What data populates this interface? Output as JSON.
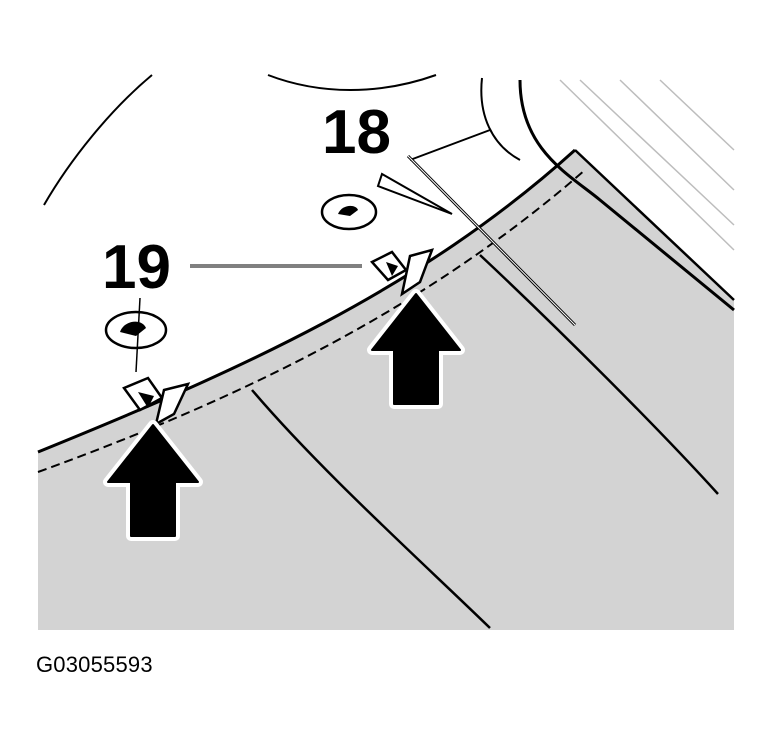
{
  "diagram": {
    "callouts": [
      {
        "id": "18",
        "label": "18"
      },
      {
        "id": "19",
        "label": "19"
      }
    ],
    "figure_id": "G03055593",
    "colors": {
      "panel_fill": "#d3d3d3",
      "line": "#000000",
      "background": "#ffffff"
    },
    "icons": [
      "down-arrow-icon",
      "fastener-clip-icon",
      "rotate-symbol-icon"
    ]
  }
}
